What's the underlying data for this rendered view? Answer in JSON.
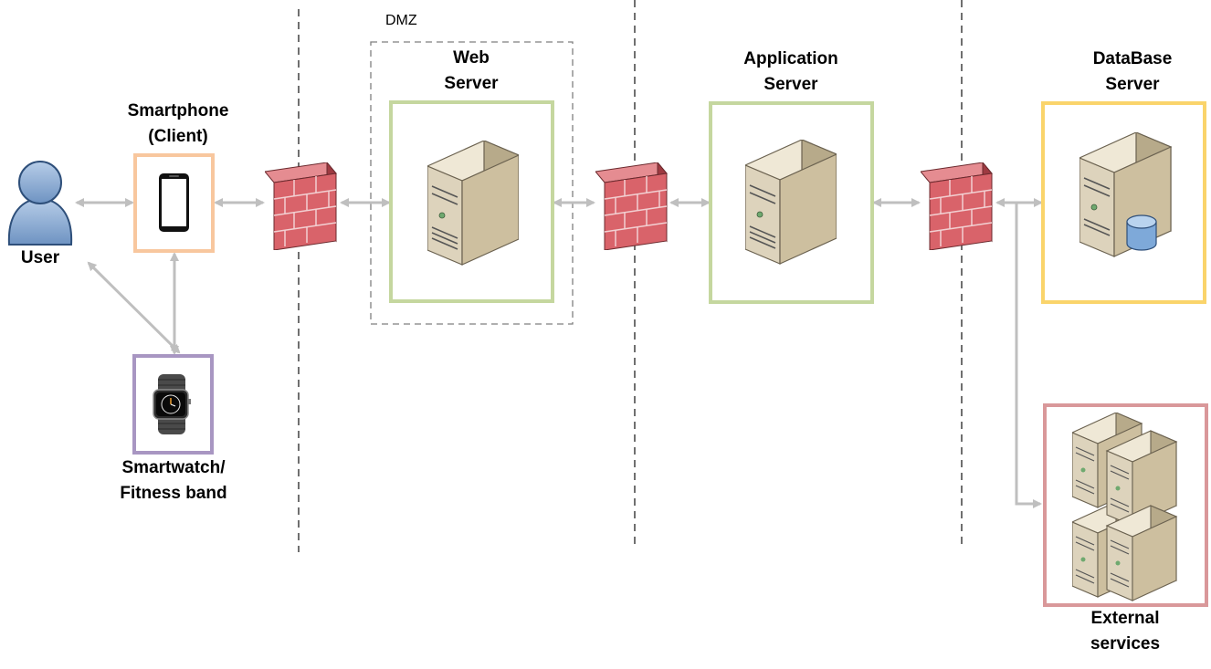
{
  "zones": {
    "dmz_label": "DMZ"
  },
  "nodes": {
    "user": {
      "label": "User",
      "icon": "user-icon"
    },
    "smartphone": {
      "label": "Smartphone\n(Client)",
      "icon": "smartphone-icon",
      "border_color": "#F8C79E"
    },
    "smartwatch": {
      "label": "Smartwatch/\nFitness band",
      "icon": "smartwatch-icon",
      "border_color": "#A896C2"
    },
    "web_server": {
      "label": "Web\nServer",
      "icon": "server-icon",
      "border_color": "#C5D79F"
    },
    "app_server": {
      "label": "Application\nServer",
      "icon": "server-icon",
      "border_color": "#C5D79F"
    },
    "db_server": {
      "label": "DataBase\nServer",
      "icon": "database-server-icon",
      "border_color": "#FAD46B"
    },
    "external": {
      "label": "External\nservices",
      "icon": "server-cluster-icon",
      "border_color": "#D9989A"
    }
  },
  "firewalls": [
    {
      "icon": "firewall-icon"
    },
    {
      "icon": "firewall-icon"
    },
    {
      "icon": "firewall-icon"
    }
  ],
  "colors": {
    "arrow": "#BFBFBF",
    "firewall": "#D9636A",
    "server_body": "#D8CDB4",
    "user": "#8FB0D6"
  }
}
